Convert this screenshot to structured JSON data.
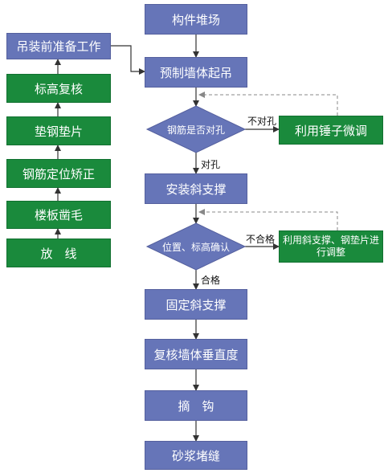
{
  "nodes": {
    "start": "构件堆场",
    "prep": "吊装前准备工作",
    "elev": "标高复核",
    "shim": "垫钢垫片",
    "rebar_pos": "钢筋定位矫正",
    "chisel": "楼板凿毛",
    "layout": "放　线",
    "lift": "预制墙体起吊",
    "check_rebar": "钢筋是否对孔",
    "hammer": "利用锤子微调",
    "brace": "安装斜支撑",
    "check_pos": "位置、标高确认",
    "adjust": "利用斜支撑、钢垫片进行调整",
    "fix": "固定斜支撑",
    "recheck": "复核墙体垂直度",
    "unhook": "摘　钩",
    "grout": "砂浆堵缝"
  },
  "edges": {
    "not_aligned": "不对孔",
    "aligned": "对孔",
    "fail": "不合格",
    "pass": "合格"
  },
  "colors": {
    "blue_box": "#6675b8",
    "green_box": "#1a8a3c",
    "line": "#333333",
    "dashed": "#888888"
  }
}
